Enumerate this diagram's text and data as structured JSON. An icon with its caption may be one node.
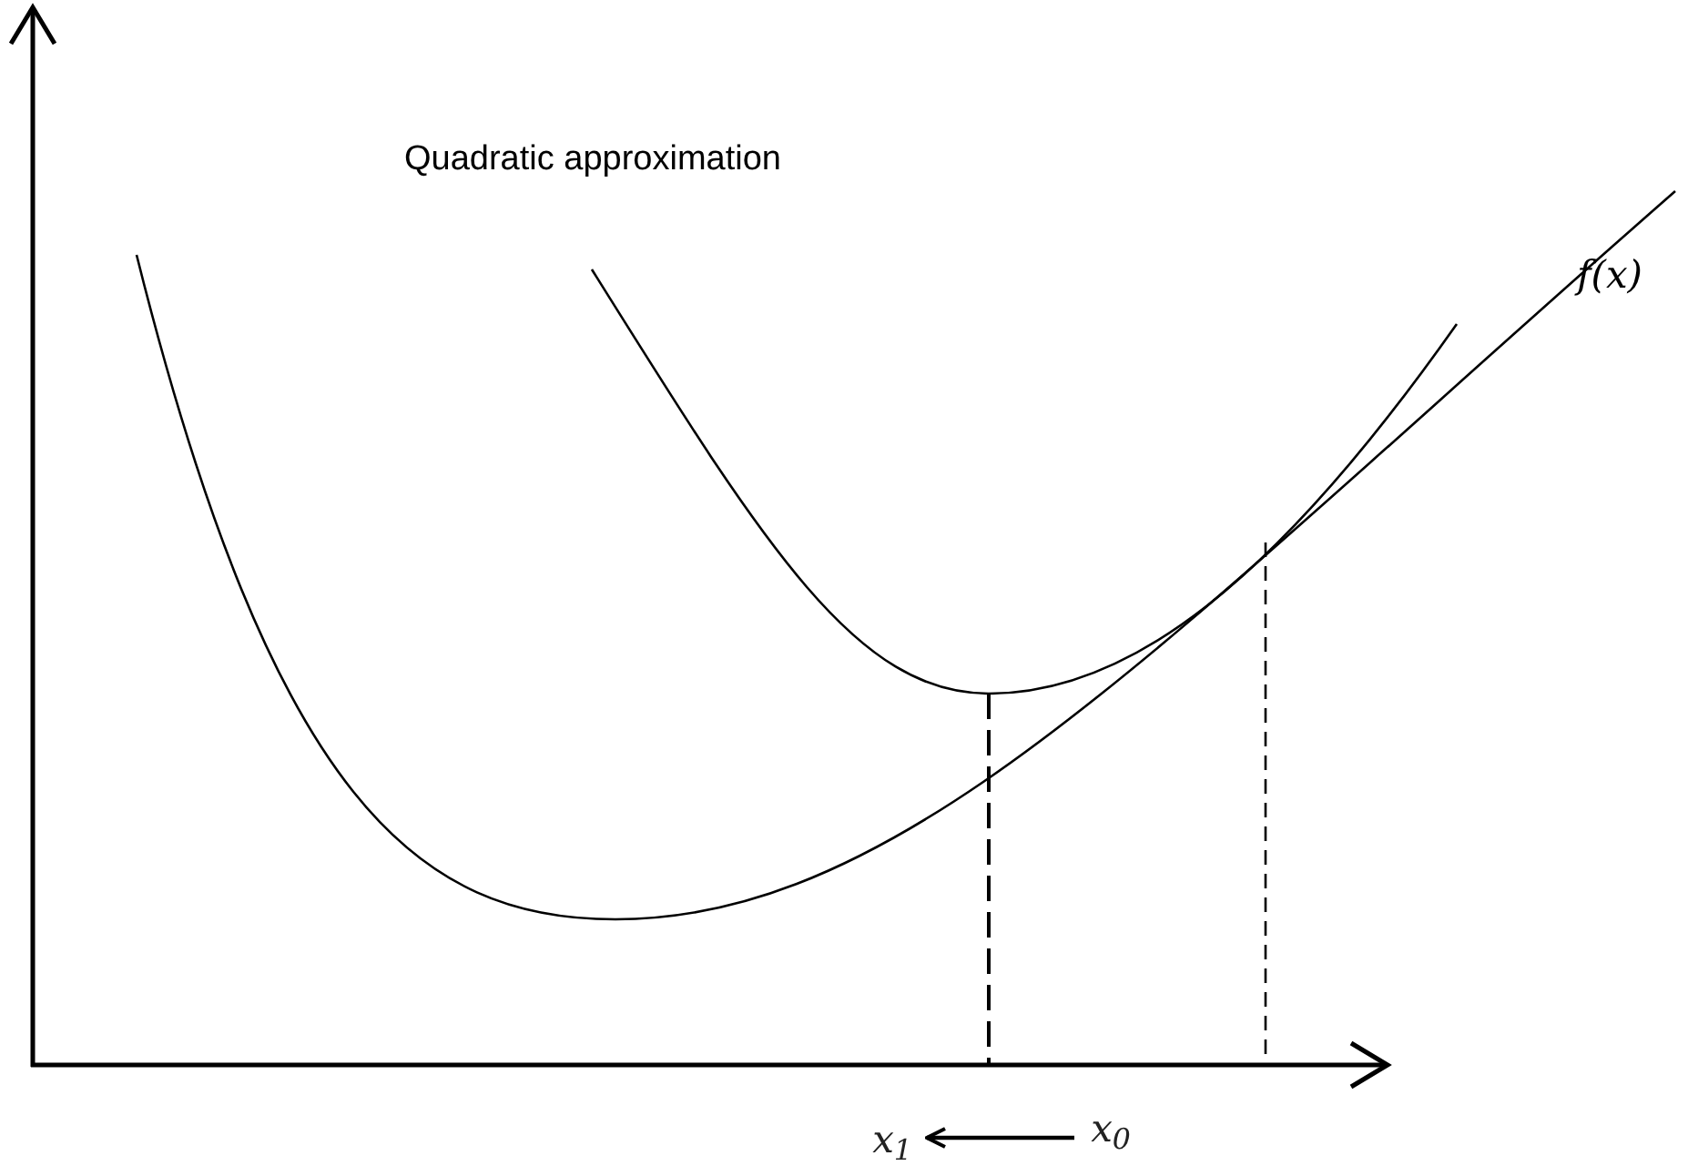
{
  "diagram": {
    "nodes": [
      {
        "text": [
          "x$_{1}$"
        ]
      },
      {
        "text": [
          "x$_{0}$"
        ]
      }
    ],
    "edges": [
      {
        "from": 1,
        "to": 0,
        "arrow": "to"
      }
    ],
    "labels": [
      "Quadratic approximation",
      "f(x)"
    ]
  }
}
